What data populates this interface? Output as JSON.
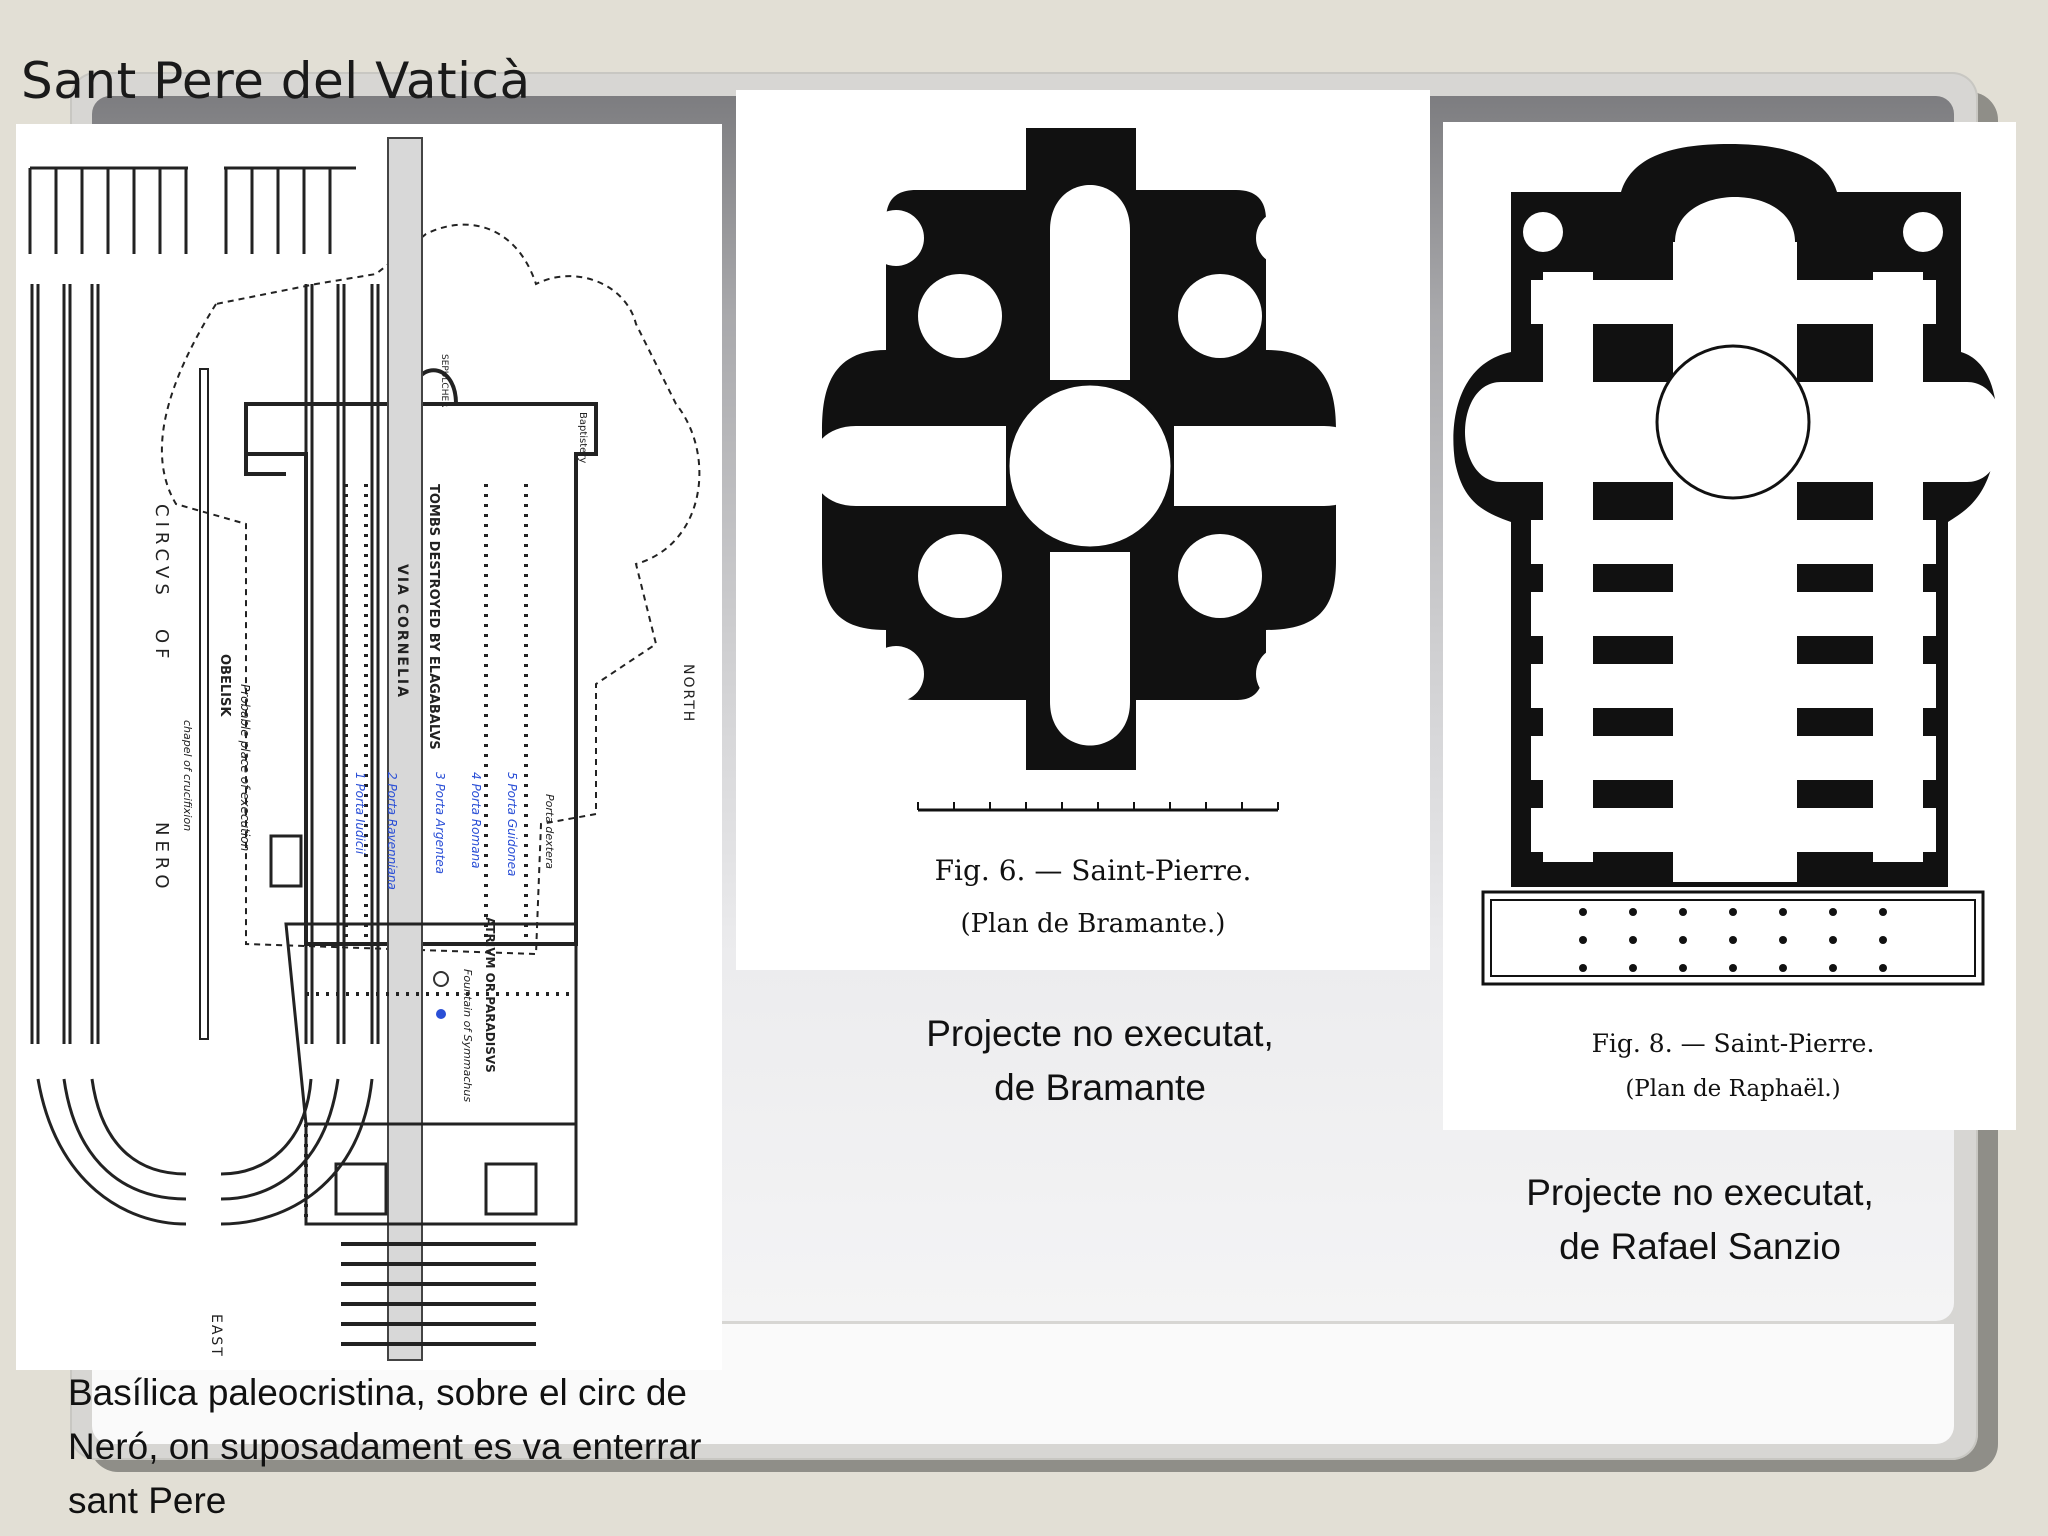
{
  "slide": {
    "title": "Sant Pere del Vaticà"
  },
  "panels": {
    "basilica": {
      "caption": "Basílica paleocristina, sobre el circ de Neró, on suposadament es va enterrar sant Pere",
      "labels": {
        "circus": "CIRCVS",
        "of": "OF",
        "nero": "NERO",
        "obelisk": "OBELISK",
        "chapel": "chapel of crucifixion",
        "probable_place": "Probable place of execution",
        "tombs": "TOMBS DESTROYED BY ELAGABALVS",
        "via": "VIA CORNELIA",
        "atrium": "ATRIVM OR PARADISVS",
        "fountain": "Fountain of Symmachus",
        "north": "NORTH",
        "east": "EAST",
        "baptistery": "Baptistery",
        "sepulcher": "SEPULCHER",
        "door1": "1 Porta Iudicii",
        "door2": "2 Porta Ravenniana",
        "door3": "3 Porta Argentea",
        "door4": "4 Porta Romana",
        "door5": "5 Porta Guidonea",
        "porta_dextera": "Porta dextera"
      }
    },
    "bramante": {
      "fig_title": "Fig. 6. — Saint-Pierre.",
      "fig_subtitle": "(Plan de Bramante.)",
      "caption_line1": "Projecte no executat,",
      "caption_line2": "de Bramante"
    },
    "raphael": {
      "fig_title": "Fig. 8. — Saint-Pierre.",
      "fig_subtitle": "(Plan de Raphaël.)",
      "caption_line1": "Projecte no executat,",
      "caption_line2": "de Rafael Sanzio"
    }
  },
  "colors": {
    "background": "#e2dfd5",
    "ink": "#111111",
    "door_numbers": "#2a4fd6"
  }
}
